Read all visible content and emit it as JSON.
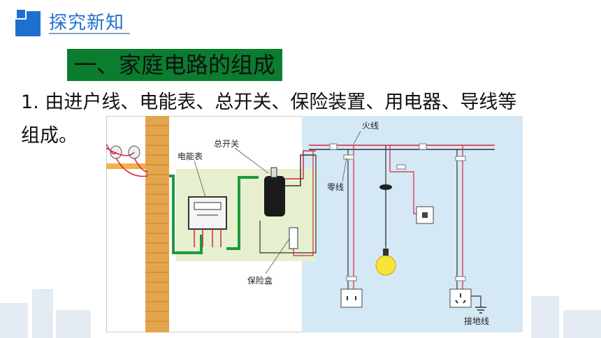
{
  "header": {
    "title": "探究新知"
  },
  "section": {
    "heading": "一、家庭电路的组成"
  },
  "body": {
    "line1": "1. 由进户线、电能表、总开关、保险装置、用电器、导线等",
    "line2": "组成。"
  },
  "figure": {
    "labels": {
      "meter": "电能表",
      "main_switch": "总开关",
      "live_wire": "火线",
      "neutral_wire": "零线",
      "fuse_box": "保险盒",
      "ground_wire": "接地线"
    }
  },
  "colors": {
    "accent": "#1f6fd0",
    "heading_bg": "#0a7d2e",
    "wire_live": "#d9233f",
    "wire_green": "#1d9a3a"
  }
}
